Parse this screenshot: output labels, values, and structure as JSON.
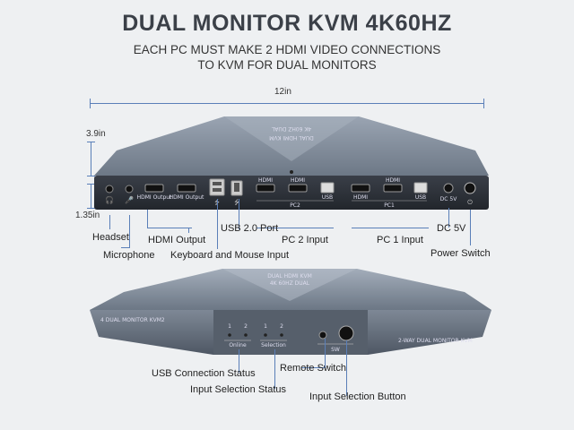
{
  "header": {
    "title": "DUAL MONITOR KVM 4K60HZ",
    "subtitle_line1": "EACH PC MUST MAKE 2 HDMI VIDEO CONNECTIONS",
    "subtitle_line2": "TO KVM FOR DUAL MONITORS"
  },
  "dimensions": {
    "width": "12in",
    "height": "3.9in",
    "depth": "1.35in"
  },
  "device_top": {
    "top_label_line1": "DUAL HDMI KVM",
    "top_label_line2": "4K 60HZ DUAL",
    "port_hdmi_output_1": "HDMI Output",
    "port_hdmi_output_2": "HDMI Output",
    "port_hdmi": "HDMI",
    "port_usb": "USB",
    "group_pc2": "PC2",
    "group_pc1": "PC1",
    "dc_label": "DC 5V"
  },
  "callouts_rear": {
    "headset": "Headset",
    "microphone": "Microphone",
    "hdmi_output": "HDMI Output",
    "usb20_port": "USB 2.0 Port",
    "keyboard_mouse": "Keyboard and Mouse Input",
    "pc2_input": "PC 2 Input",
    "pc1_input": "PC 1 Input",
    "dc5v": "DC 5V",
    "power_switch": "Power Switch"
  },
  "device_front": {
    "top_label_line1": "DUAL HDMI KVM",
    "top_label_line2": "4K 60HZ DUAL",
    "left_side": "4 DUAL MONITOR KVM2",
    "right_side": "2-WAY DUAL MONITOR KVM",
    "led_1": "1",
    "led_2": "2",
    "online": "Online",
    "selection": "Selection",
    "sw": "SW"
  },
  "callouts_front": {
    "usb_status": "USB Connection Status",
    "input_status": "Input Selection Status",
    "remote_switch": "Remote Switch",
    "input_button": "Input Selection Button"
  },
  "colors": {
    "device_body": "#7a8594",
    "device_dark": "#2c3038",
    "accent_line": "#5a7fb8",
    "background": "#eef0f2"
  }
}
